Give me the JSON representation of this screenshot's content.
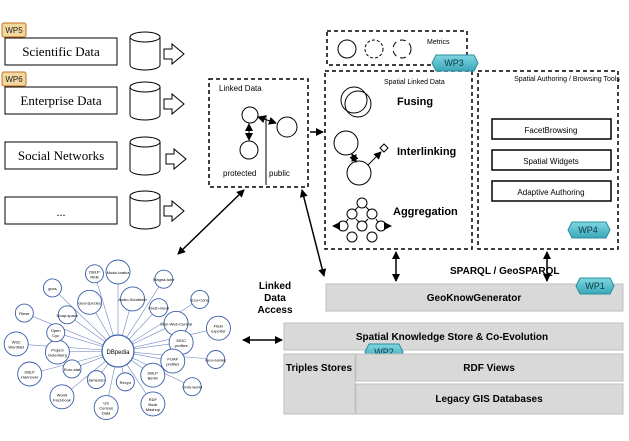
{
  "sources": [
    {
      "label": "Scientific Data",
      "badge": "WP5"
    },
    {
      "label": "Enterprise Data",
      "badge": "WP6"
    },
    {
      "label": "Social Networks",
      "badge": ""
    },
    {
      "label": "...",
      "badge": ""
    }
  ],
  "linked_data": {
    "title": "Linked Data",
    "protected_label": "protected",
    "public_label": "public"
  },
  "metrics": {
    "label": "Metrics"
  },
  "spatial_linked_data": {
    "title": "Spatial Linked Data",
    "badge": "WP3",
    "steps": [
      "Fusing",
      "Interlinking",
      "Aggregation"
    ]
  },
  "authoring": {
    "title": "Spatial Authoring / Browsing Tools",
    "buttons": [
      "FacetBrowsing",
      "Spatial Widgets",
      "Adaptive Authoring"
    ],
    "badge": "WP4"
  },
  "sparql_label": "SPARQL / GeoSPARQL",
  "linked_data_access": [
    "Linked",
    "Data",
    "Access"
  ],
  "generator": {
    "label": "GeoKnowGenerator",
    "badge": "WP1"
  },
  "knowledge_store": {
    "label": "Spatial Knowledge Store & Co-Evolution"
  },
  "triples_stores": {
    "label": "Triples Stores",
    "badge": "WP2"
  },
  "rdf_views": {
    "label": "RDF Views"
  },
  "legacy_gis": {
    "label": "Legacy GIS Databases"
  },
  "lod_cloud": {
    "center": "DBpedia",
    "nodes": [
      "Music-brainz",
      "Audio-Scrobbler",
      "Magna-tune",
      "Fresh-meat",
      "Eco-Cons",
      "Sem-Web-Central",
      "Flickr exporter",
      "SIOC profiles",
      "Geo-names",
      "FOAF profiles",
      "Onto-world",
      "DBLP Berlin",
      "RDF Book Mashup",
      "Revyu",
      "US Census Data",
      "Jamendo",
      "World Fact-book",
      "Euro-stat",
      "DBLP Hannover",
      "Project Gutenberg",
      "W3C WordNet",
      "Open Cyc",
      "Riese",
      "Doap-space",
      "gocs",
      "Geo-species",
      "DBLP RKB"
    ]
  }
}
